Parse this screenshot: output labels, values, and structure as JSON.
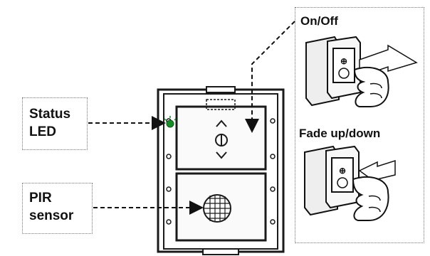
{
  "labels": {
    "status_led_line1": "Status",
    "status_led_line2": "LED",
    "pir_line1": "PIR",
    "pir_line2": "sensor",
    "on_off": "On/Off",
    "fade": "Fade up/down"
  },
  "colors": {
    "led": "#1a8a2a",
    "device": "#1a1a1a",
    "device_fill": "#f5f5f5"
  },
  "icons": [
    "up-chevron-icon",
    "power-icon",
    "down-chevron-icon",
    "fresnel-lens-icon",
    "hand-icon",
    "double-arrow-icon"
  ]
}
